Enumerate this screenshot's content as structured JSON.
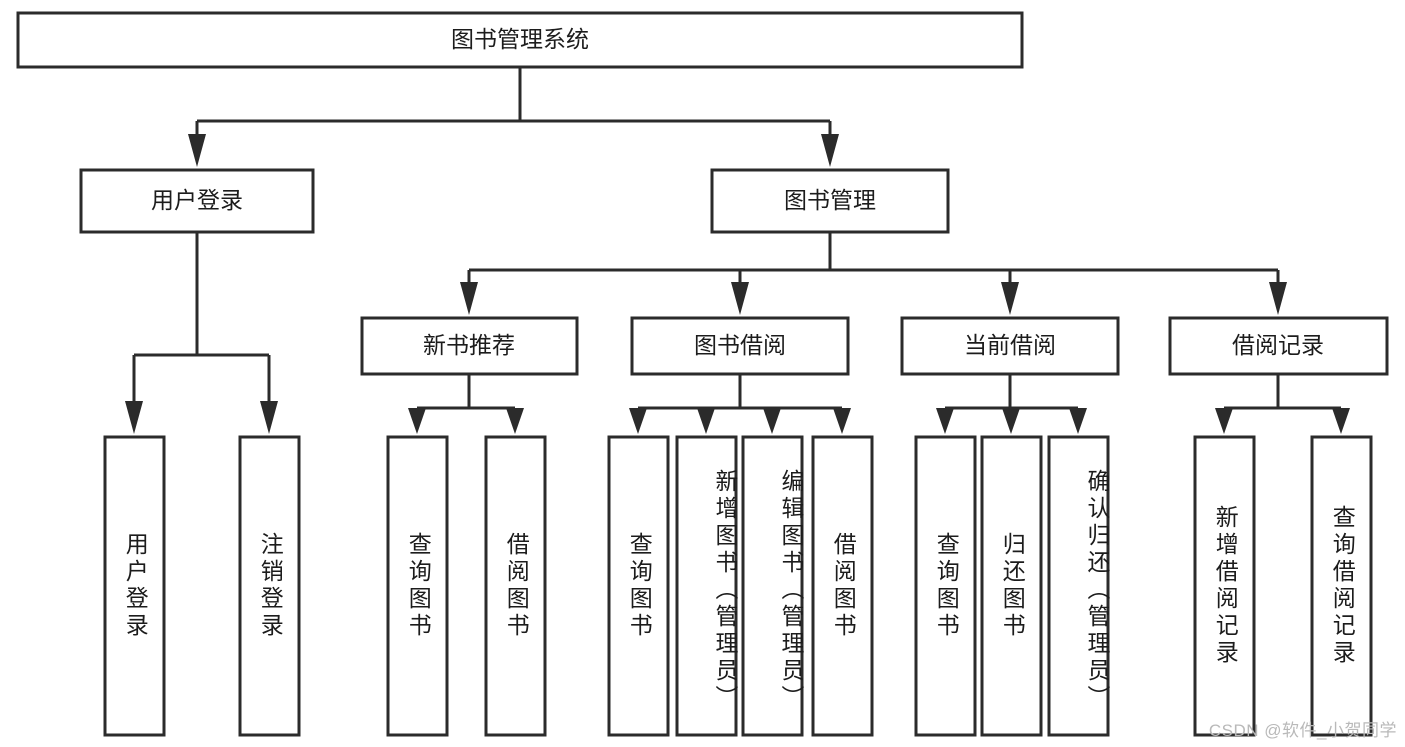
{
  "diagram": {
    "title": "图书管理系统",
    "type": "tree-hierarchy",
    "background_color": "#ffffff",
    "line_color": "#2b2b2b",
    "text_color": "#1c1c1c",
    "watermark": "CSDN @软件_小贺同学"
  },
  "nodes": {
    "root": {
      "label": "图书管理系统"
    },
    "level2": [
      {
        "label": "用户登录"
      },
      {
        "label": "图书管理"
      }
    ],
    "level3": [
      {
        "label": "新书推荐"
      },
      {
        "label": "图书借阅"
      },
      {
        "label": "当前借阅"
      },
      {
        "label": "借阅记录"
      }
    ],
    "leaves": {
      "user_login": [
        {
          "label": "用户登录"
        },
        {
          "label": "注销登录"
        }
      ],
      "new_book_recommend": [
        {
          "label": "查询图书"
        },
        {
          "label": "借阅图书"
        }
      ],
      "book_borrow": [
        {
          "label": "查询图书"
        },
        {
          "label": "新增图书（管理员）"
        },
        {
          "label": "编辑图书（管理员）"
        },
        {
          "label": "借阅图书"
        }
      ],
      "current_borrow": [
        {
          "label": "查询图书"
        },
        {
          "label": "归还图书"
        },
        {
          "label": "确认归还（管理员）"
        }
      ],
      "borrow_record": [
        {
          "label": "新增借阅记录"
        },
        {
          "label": "查询借阅记录"
        }
      ]
    }
  }
}
